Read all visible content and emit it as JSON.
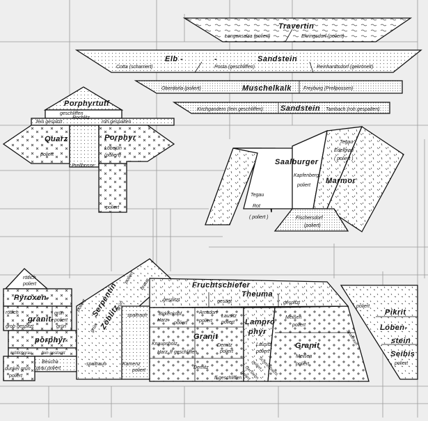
{
  "colors": {
    "background": "#eeeeee",
    "slab": "#ffffff",
    "ink": "#111111",
    "joints": "#9a9a9a"
  },
  "top": {
    "travertin": {
      "name": "Travertin",
      "labels": [
        "Langensalza (poliert)",
        "Ehringsdorf (poliert)"
      ]
    },
    "elb_sandstein": {
      "name_left": "Elb -",
      "name_right": "Sandstein",
      "labels": [
        "Cotta (scharriert)",
        "Posta (geschliffen)",
        "Reinhardtsdorf (gekrönelt)"
      ]
    },
    "muschelkalk": {
      "name": "Muschelkalk",
      "labels": [
        "Oberdorla (poliert)",
        "Freyburg (Prellpossen)"
      ]
    },
    "sandstein": {
      "name": "Sandstein",
      "labels": [
        "Kirchgandern (fein geschliffen)",
        "Tambach (roh gespalten)"
      ]
    }
  },
  "porphyrtuff": {
    "name": "Porphyrtuff",
    "labels": [
      "geschliffen",
      "fein gespitzt",
      "Rochlitz",
      "roh gespalten",
      "Prellbosse"
    ],
    "quarz": {
      "name": "Quarz",
      "finish": "poliert"
    },
    "porphyr": {
      "name": "Porphyr",
      "place": "Löbejün",
      "finish": "(poliert)",
      "finish2": "poliert"
    }
  },
  "saalburger": {
    "name": "Saalburger",
    "marmor": "Marmor",
    "labels": [
      "Tegau",
      "Edelgrau",
      "( poliert )",
      "Kapfenberg",
      "poliert",
      "Tegau",
      "Rot",
      "( poliert )",
      "Fischersdorf",
      "(poliert)"
    ]
  },
  "lower_left": {
    "finish_top": "rötlich poliert",
    "pyroxen": "Pyroxen-",
    "granit": "granit-",
    "porphyr": "porphyr",
    "labels": [
      "rötlich",
      "poliert",
      "grün",
      "poliert",
      "grob gespitzt",
      "grün",
      "krötlichgrau",
      "fein gestockt",
      "dunkel grün",
      "poliert",
      "Beucha",
      "grau poliert"
    ]
  },
  "serpentin": {
    "name1": "Serpentin",
    "name2": "Zöblitz",
    "labels": [
      "poliert",
      "grün",
      "grün",
      "poliert",
      "braun",
      "spaltrauh",
      "spaltrauh"
    ]
  },
  "fruchtschiefer": {
    "name": "Fruchtschiefer",
    "place": "Theuma",
    "labels": [
      "gespitzt",
      "gesägt",
      "gespitzt"
    ]
  },
  "granit_block": {
    "granit_left": "Granit",
    "granit_right": "Granit",
    "lampro1": "Lampro",
    "lampro2": "phyr",
    "labels": [
      "Birkenkopf",
      "Harz",
      "poliert",
      "Arnsdorf",
      "poliert",
      "Lausitz",
      "poliert",
      "Meißen",
      "poliert",
      "Knaupsholz",
      "Harz",
      "ff geschliffen",
      "Demitz",
      "poliert",
      "Lausitz",
      "poliert",
      "Schmerbachl.",
      "poliert",
      "Gerstenn",
      "poliert",
      "Meißen",
      "poliert",
      "Kamenz",
      "poliert",
      "Demitz",
      "ff geschliffen",
      "Spaltrauh"
    ]
  },
  "pikrit": {
    "name": "Pikrit",
    "loben1": "Loben-",
    "loben2": "stein",
    "place": "Seibis",
    "labels": [
      "poliert",
      "poliert"
    ]
  }
}
